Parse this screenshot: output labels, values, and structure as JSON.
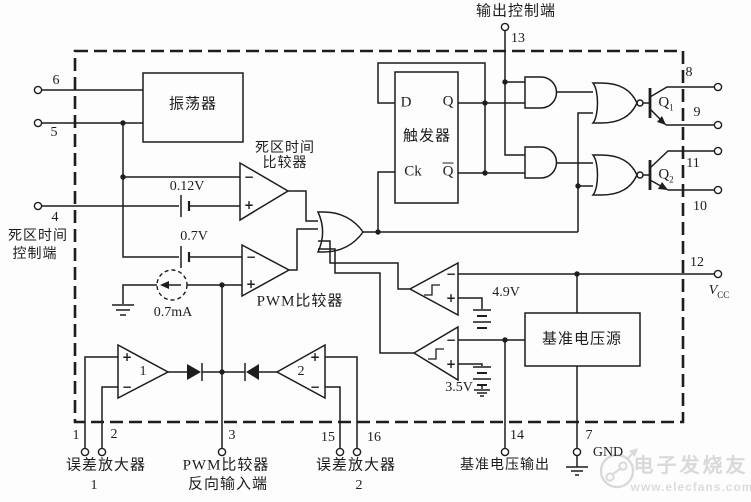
{
  "colors": {
    "ink": "#1d1d1d",
    "background": "#fdfdfd",
    "watermark": "#d9d9d9"
  },
  "top": {
    "output_control": "输出控制端",
    "pin13": "13"
  },
  "left": {
    "pin6": "6",
    "pin5": "5",
    "pin4": "4",
    "dead_time_control_l1": "死区时间",
    "dead_time_control_l2": "控制端"
  },
  "blocks": {
    "oscillator": "振荡器",
    "dtc_l1": "死区时间",
    "dtc_l2": "比较器",
    "pwm_comparator": "PWM比较器",
    "flipflop": "触发器",
    "ff_d": "D",
    "ff_q": "Q",
    "ff_ck": "Ck",
    "ff_qbar": "Q",
    "ref_source": "基准电压源"
  },
  "values": {
    "dtc_offset": "0.12V",
    "pwm_offset": "0.7V",
    "current_source": "0.7mA",
    "ref_49": "4.9V",
    "ref_35": "3.5V"
  },
  "signs": {
    "plus": "+",
    "minus": "−"
  },
  "amps": {
    "ea1_num": "1",
    "ea2_num": "2"
  },
  "transistors": {
    "q": "Q",
    "q1_sub": "1",
    "q2_sub": "2"
  },
  "right": {
    "pin8": "8",
    "pin9": "9",
    "pin11": "11",
    "pin10": "10",
    "pin12": "12",
    "vcc_v": "V",
    "vcc_sub": "CC"
  },
  "bottom": {
    "pin1": "1",
    "pin2": "2",
    "pin3": "3",
    "pin15": "15",
    "pin16": "16",
    "pin14": "14",
    "pin7": "7",
    "ea1_label": "误差放大器",
    "ea1_num": "1",
    "pwm_inv_l1": "PWM比较器",
    "pwm_inv_l2": "反向输入端",
    "ea2_label": "误差放大器",
    "ea2_num": "2",
    "ref_out_label": "基准电压输出",
    "gnd": "GND"
  },
  "watermark": {
    "brand": "电子发烧友",
    "site": "www.elecfans.com"
  }
}
